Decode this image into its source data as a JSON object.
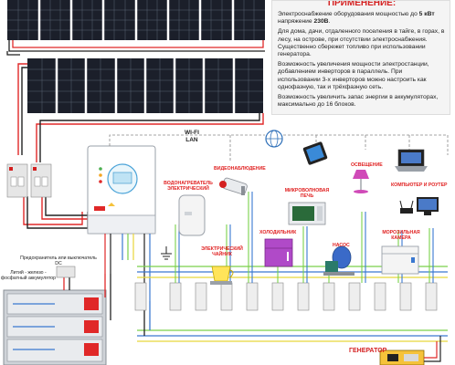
{
  "info_panel": {
    "title": "ПРИМЕНЕНИЕ:",
    "paragraph_1_a": "Электроснабжение оборудования мощностью до ",
    "paragraph_1_power": "5 кВт",
    "paragraph_1_b": " напряжение ",
    "paragraph_1_voltage": "230В",
    "paragraph_1_c": ".",
    "paragraph_2": "Для дома, дачи, отдаленного поселения в тайге, в горах, в лесу, на острове, при отсутствии электроснабжения. Существенно сбережет топливо при использовании генератора.",
    "paragraph_3": "Возможность увеличения мощности электростанции, добавлением инверторов в параллель. При использовании 3-х инверторов можно настроить как однофазную, так и трёхфазную сеть.",
    "paragraph_4": "Возможность увеличить запас энергии в аккумуляторах, максимально до 16 блоков."
  },
  "network": {
    "wifi_label": "WI-FI",
    "lan_label": "LAN"
  },
  "labels": {
    "water_heater": "ВОДОНАГРЕВАТЕЛЬ ЭЛЕКТРИЧЕСКИЙ",
    "cctv": "ВИДЕОНАБЛЮДЕНИЕ",
    "kettle": "ЭЛЕКТРИЧЕСКИЙ ЧАЙНИК",
    "microwave": "МИКРОВОЛНОВАЯ ПЕЧЬ",
    "fridge": "ХОЛОДИЛЬНИК",
    "lighting": "ОСВЕЩЕНИЕ",
    "pump": "НАСОС",
    "computer": "КОМПЬЮТЕР И РОУТЕР",
    "freezer": "МОРОЗИЛЬНАЯ КАМЕРА",
    "generator": "ГЕНЕРАТОР",
    "fuse": "Предохранитель или выключатель DC",
    "battery": "Литий - железо - фосфатный аккумулятор"
  },
  "colors": {
    "accent_red": "#d42020",
    "panel_cell": "#1b1f2a",
    "wire_red": "#e02828",
    "wire_black": "#222222",
    "wire_green": "#7ad04a",
    "wire_blue": "#3a78d0",
    "wire_yellow": "#e8d63a",
    "wire_gray": "#9aa0a8"
  }
}
